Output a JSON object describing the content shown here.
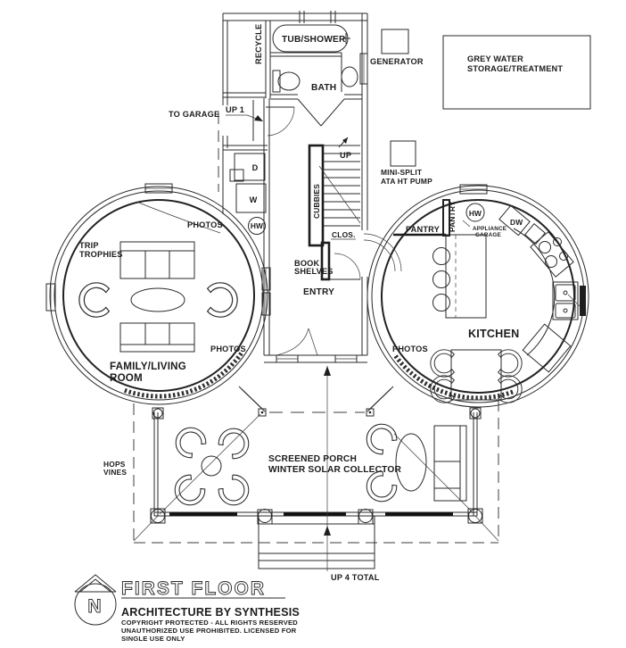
{
  "plan": {
    "rooms": {
      "recycle": "RECYCLE",
      "tub_shower": "TUB/SHOWER",
      "bath": "BATH",
      "entry": "ENTRY",
      "clos": "CLOS.",
      "kitchen": "KITCHEN",
      "family_living_1": "FAMILY/LIVING",
      "family_living_2": "ROOM",
      "pantry_left": "PANTRY",
      "pantry_right": "PANTRY",
      "screened_porch_1": "SCREENED PORCH",
      "screened_porch_2": "WINTER SOLAR COLLECTOR"
    },
    "equipment": {
      "generator": "GENERATOR",
      "grey_water_1": "GREY WATER",
      "grey_water_2": "STORAGE/TREATMENT",
      "mini_split_1": "MINI-SPLIT",
      "mini_split_2": "ATA HT PUMP",
      "dryer": "D",
      "washer": "W",
      "hot_water_left": "HW",
      "hot_water_right": "HW",
      "dishwasher": "DW",
      "appliance_garage_1": "APPLIANCE",
      "appliance_garage_2": "GARAGE"
    },
    "annotations": {
      "to_garage": "TO GARAGE",
      "up_1": "UP 1",
      "up_stairs": "UP",
      "cubbies": "CUBBIES",
      "book_shelves_1": "BOOK",
      "book_shelves_2": "SHELVES",
      "photos_left_top": "PHOTOS",
      "photos_left_bottom": "PHOTOS",
      "photos_kitchen": "PHOTOS",
      "trip_trophies_1": "TRIP",
      "trip_trophies_2": "TROPHIES",
      "hops_vines_1": "HOPS",
      "hops_vines_2": "VINES",
      "up_4_total": "UP 4 TOTAL"
    },
    "titleblock": {
      "north": "N",
      "title": "FIRST FLOOR",
      "firm": "ARCHITECTURE BY SYNTHESIS",
      "copyright_1": "COPYRIGHT PROTECTED - ALL RIGHTS RESERVED",
      "copyright_2": "UNAUTHORIZED USE PROHIBITED. LICENSED FOR",
      "copyright_3": "SINGLE USE ONLY"
    },
    "colors": {
      "line": "#2a2a2a",
      "background": "#ffffff"
    }
  }
}
